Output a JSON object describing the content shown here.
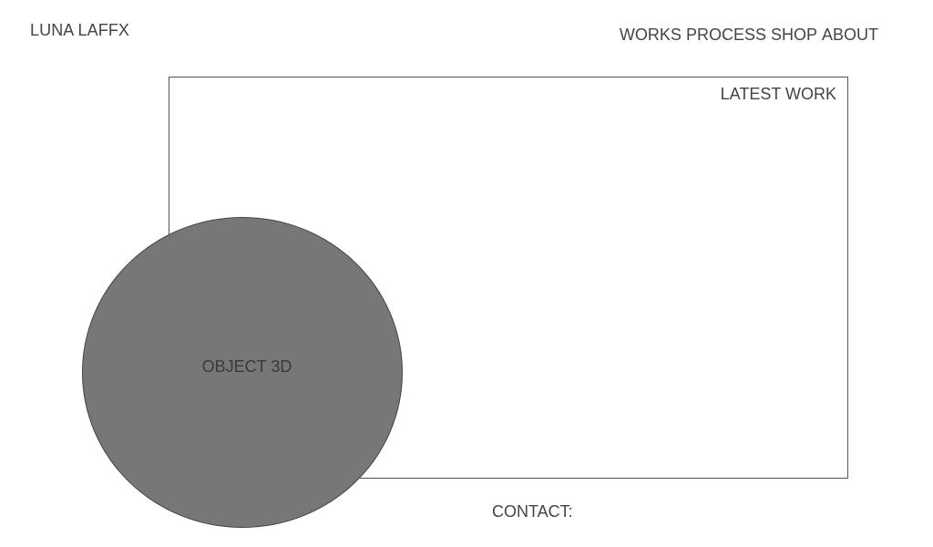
{
  "header": {
    "logo": "LUNA LAFFX",
    "nav": [
      {
        "label": "WORKS"
      },
      {
        "label": "PROCESS"
      },
      {
        "label": "SHOP"
      },
      {
        "label": "ABOUT"
      }
    ]
  },
  "main": {
    "latest_work_title": "LATEST WORK",
    "object_label": "OBJECT 3D"
  },
  "footer": {
    "contact_label": "CONTACT:"
  },
  "colors": {
    "text": "#444444",
    "circle_fill": "#777777",
    "border": "#555555",
    "background": "#ffffff"
  }
}
